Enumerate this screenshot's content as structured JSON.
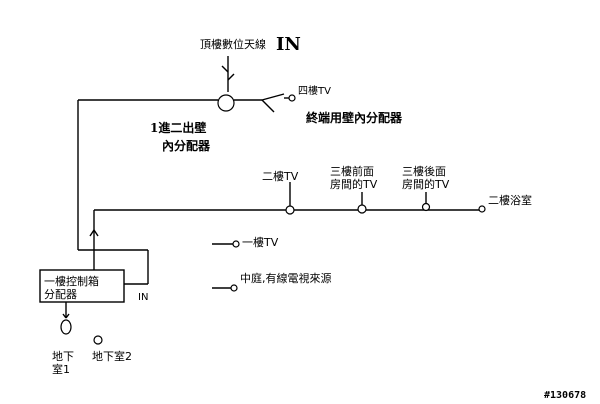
{
  "top_label": {
    "text": "頂樓數位天線",
    "in": "IN"
  },
  "splitter_label": {
    "line1": "1進二出壁",
    "line2": "內分配器"
  },
  "terminal_label": "終端用壁內分配器",
  "fourth_floor_tv": "四樓TV",
  "second_floor_tv": "二樓TV",
  "third_front": {
    "line1": "三樓前面",
    "line2": "房間的TV"
  },
  "third_back": {
    "line1": "三樓後面",
    "line2": "房間的TV"
  },
  "second_bath": "二樓浴室",
  "first_floor_tv": "一樓TV",
  "courtyard": "中庭,有線電視來源",
  "control_box": {
    "line1": "一樓控制箱",
    "line2": "分配器"
  },
  "in_label": "IN",
  "basement1": {
    "line1": "地下",
    "line2": "室1"
  },
  "basement2": "地下室2",
  "watermark": "#130678"
}
